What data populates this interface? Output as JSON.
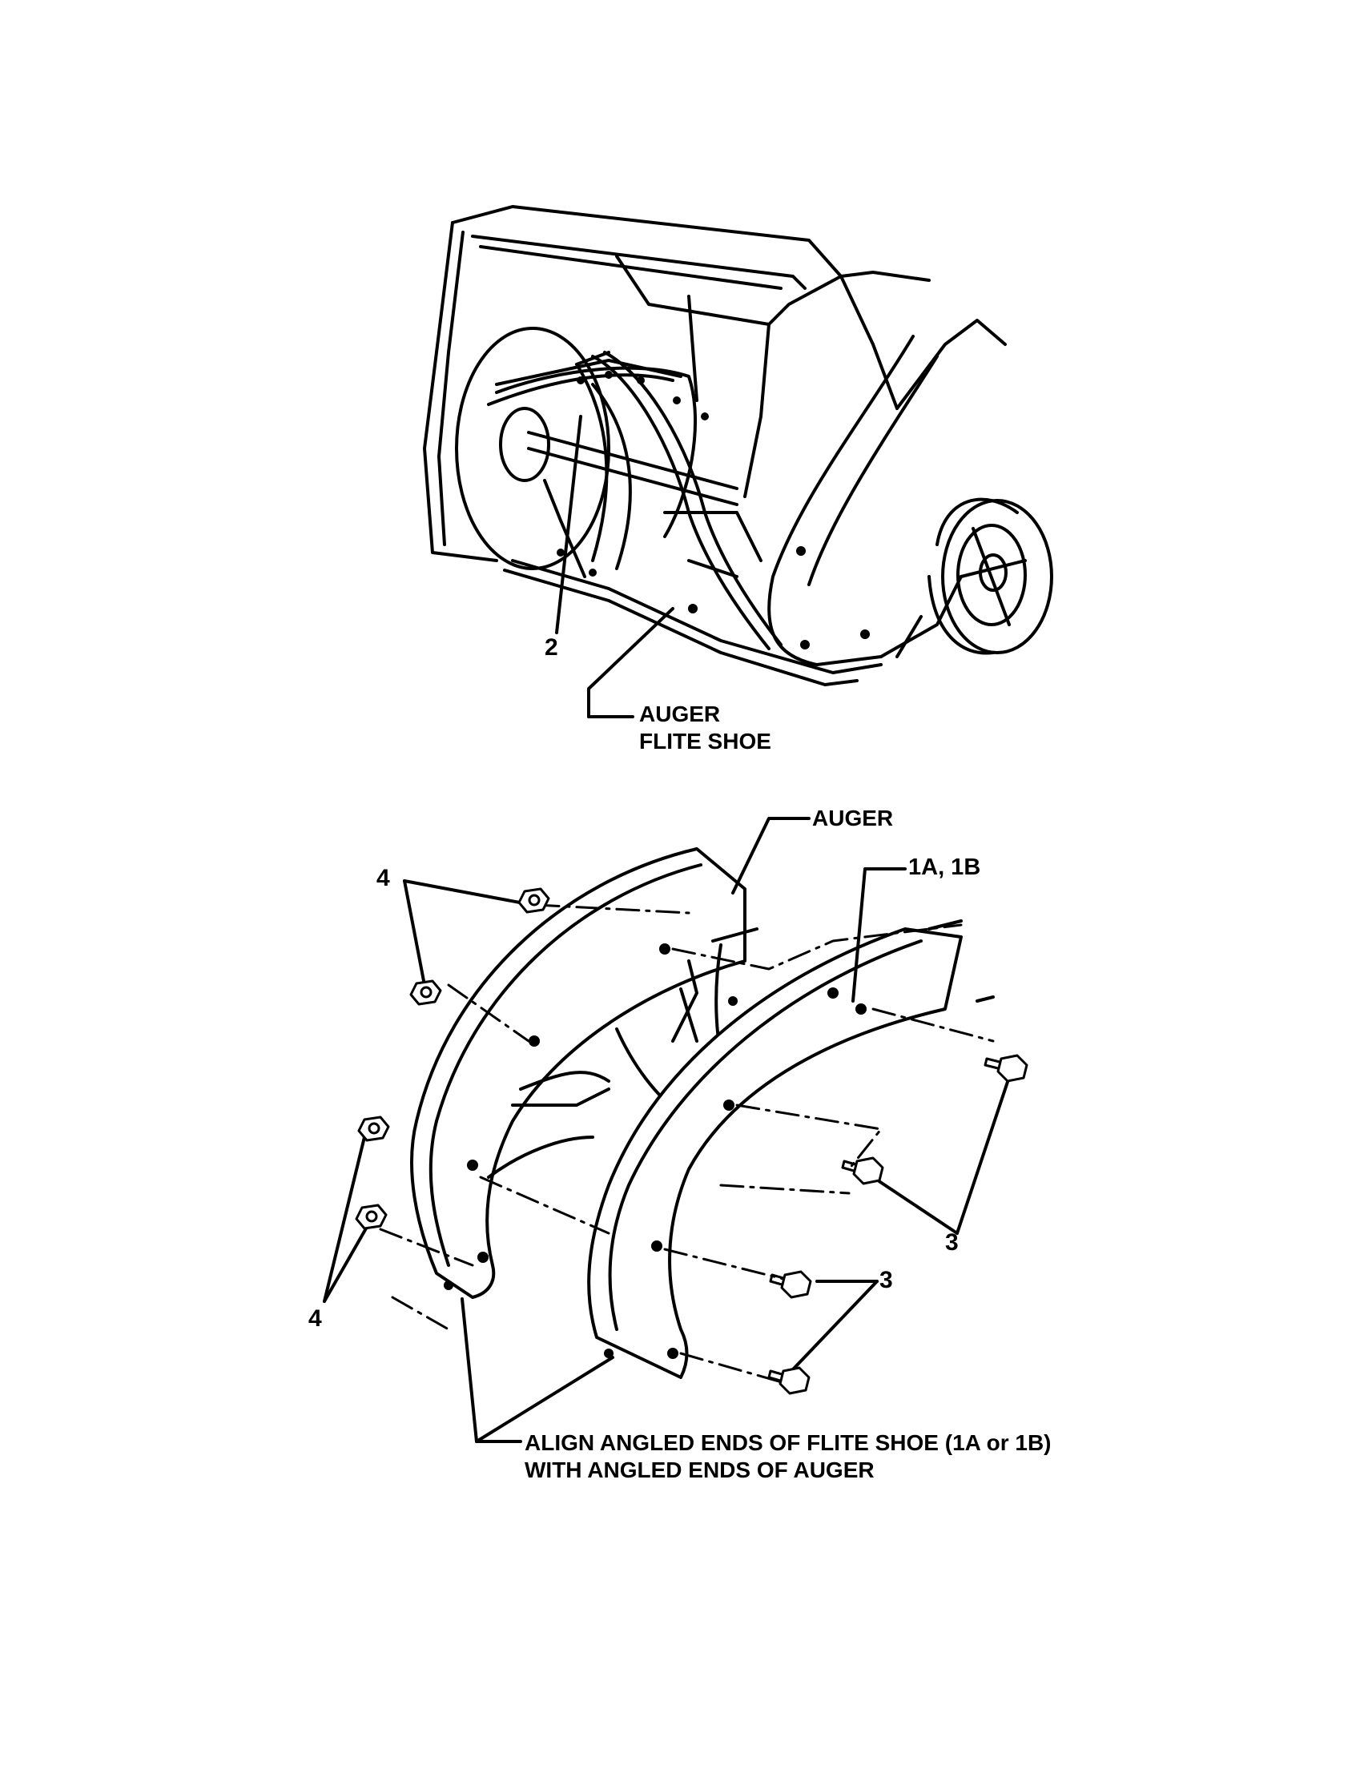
{
  "figure_top": {
    "callout_2": "2",
    "auger_flite_shoe_line1": "AUGER",
    "auger_flite_shoe_line2": "FLITE SHOE"
  },
  "figure_bottom": {
    "auger": "AUGER",
    "flite_shoe_parts": "1A, 1B",
    "nut_label_top": "4",
    "nut_label_bottom": "4",
    "bolt_label_upper": "3",
    "bolt_label_lower": "3",
    "align_note_line1": "ALIGN ANGLED ENDS OF FLITE SHOE  (1A or 1B)",
    "align_note_line2": "WITH ANGLED ENDS OF AUGER"
  }
}
